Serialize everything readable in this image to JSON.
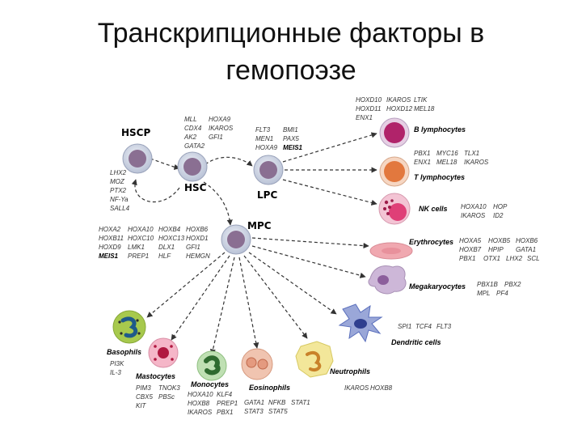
{
  "title_line1": "Транскрипционные факторы в",
  "title_line2": "гемопоэзе",
  "cells": {
    "hscp": "HSCP",
    "hsc": "HSC",
    "lpc": "LPC",
    "mpc": "MPC",
    "b": "B lymphocytes",
    "t": "T lymphocytes",
    "nk": "NK cells",
    "ery": "Erythrocytes",
    "mk": "Megakaryocytes",
    "dc": "Dendritic cells",
    "baso": "Basophils",
    "mast": "Mastocytes",
    "mono": "Monocytes",
    "eos": "Eosinophils",
    "neut": "Neutrophils"
  },
  "genes": {
    "hsc_top": [
      [
        "MLL",
        "HOXA9"
      ],
      [
        "CDX4",
        "IKAROS"
      ],
      [
        "AK2",
        "GFI1"
      ],
      [
        "GATA2",
        ""
      ]
    ],
    "hscp_side": [
      "LHX2",
      "MOZ",
      "PTX2",
      "NF-Ya",
      "SALL4"
    ],
    "lpc_top": [
      [
        "FLT3",
        "BMI1"
      ],
      [
        "MEN1",
        "PAX5"
      ],
      [
        "HOXA9",
        "MEIS1"
      ]
    ],
    "b_top": [
      [
        "HOXD10",
        "IKAROS",
        "LTIK"
      ],
      [
        "HOXD11",
        "HOXD12",
        "MEL18"
      ],
      [
        "ENX1",
        "",
        ""
      ]
    ],
    "t": [
      [
        "PBX1",
        "MYC16",
        "TLX1"
      ],
      [
        "ENX1",
        "MEL18",
        "IKAROS"
      ]
    ],
    "nk": [
      [
        "HOXA10",
        "HOP"
      ],
      [
        "IKAROS",
        "ID2"
      ]
    ],
    "mpc_left": [
      [
        "HOXA2",
        "HOXA10",
        "HOXB4",
        "HOXB6"
      ],
      [
        "HOXB11",
        "HOXC10",
        "HOXC13",
        "HOXD1"
      ],
      [
        "HOXD9",
        "LMK1",
        "DLX1",
        "GFI1"
      ],
      [
        "MEIS1",
        "PREP1",
        "HLF",
        "HEMGN"
      ]
    ],
    "ery": [
      [
        "HOXA5",
        "HOXB5",
        "HOXB6"
      ],
      [
        "HOXB7",
        "HPIP",
        "GATA1"
      ],
      [
        "PBX1",
        "OTX1",
        "LHX2",
        "SCL"
      ]
    ],
    "mk": [
      [
        "PBX1B",
        "PBX2"
      ],
      [
        "MPL",
        "PF4"
      ]
    ],
    "dc": [
      "SPI1",
      "TCF4",
      "FLT3"
    ],
    "baso": [
      "PI3K",
      "IL-3"
    ],
    "mast": [
      [
        "PIM3",
        "TNOK3"
      ],
      [
        "CBX5",
        "PBSc"
      ],
      [
        "KIT",
        ""
      ]
    ],
    "mono": [
      [
        "HOXA10",
        "KLF4"
      ],
      [
        "HOXB8",
        "PREP1"
      ],
      [
        "IKAROS",
        "PBX1"
      ]
    ],
    "eos": [
      [
        "GATA1",
        "NFKB",
        "STAT1"
      ],
      [
        "STAT3",
        "STAT5",
        ""
      ]
    ],
    "neut": [
      "IKAROS",
      "HOXB8"
    ]
  },
  "colors": {
    "precursor_ring": "#d5dbe8",
    "precursor_core": "#8a6f92",
    "b_cell": "#b0236a",
    "t_cell": "#e2783e",
    "nk_cell": "#df3f77",
    "erythrocyte": "#f0a8b0",
    "megakaryocyte": "#cdb7d8",
    "dendritic": "#5a6fbc",
    "basophil": "#a7c94d",
    "mastocyte": "#f5b6c8",
    "monocyte": "#bfe0b3",
    "eosinophil": "#e49a7f",
    "neutrophil": "#f3e79a",
    "arrow": "#333333"
  }
}
